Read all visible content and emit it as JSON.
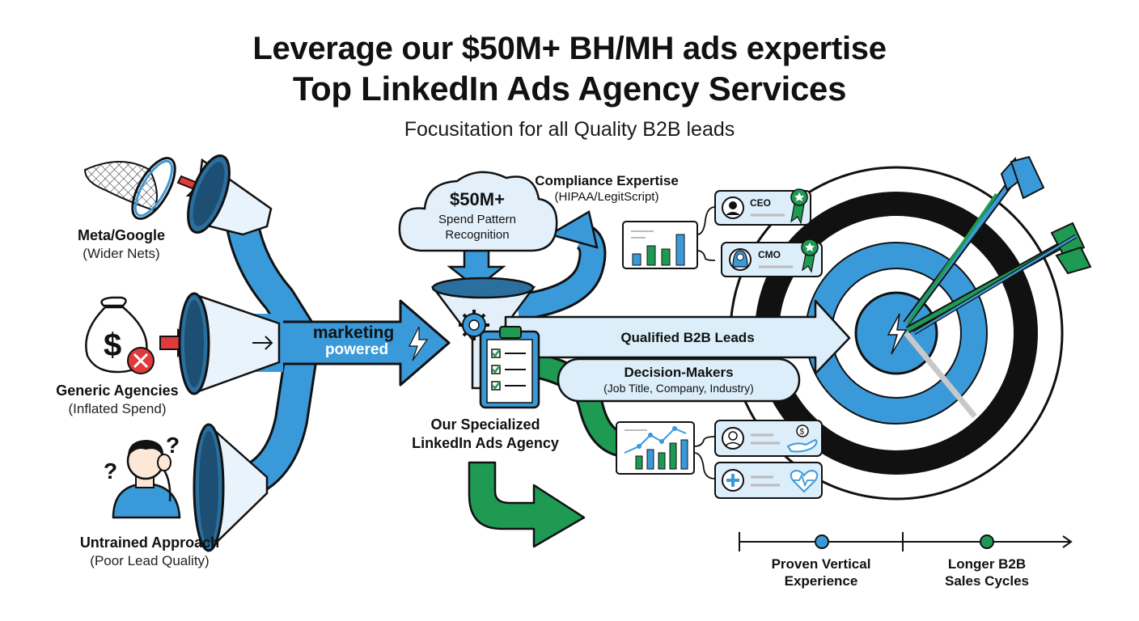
{
  "header": {
    "title_line1": "Leverage our $50M+ BH/MH ads expertise",
    "title_line2": "Top LinkedIn Ads Agency Services",
    "subtitle": "Focusitation for all Quality B2B leads"
  },
  "inputs": [
    {
      "title": "Meta/Google",
      "subtitle": "(Wider Nets)",
      "icon": "net-icon"
    },
    {
      "title": "Generic Agencies",
      "subtitle": "(Inflated Spend)",
      "icon": "money-bag-icon"
    },
    {
      "title": "Untrained Approach",
      "subtitle": "(Poor Lead Quality)",
      "icon": "confused-person-icon"
    }
  ],
  "merge_arrow": {
    "line1": "marketing",
    "line2": "powered",
    "icon": "lightning-icon"
  },
  "cloud": {
    "amount": "$50M+",
    "line1": "Spend Pattern",
    "line2": "Recognition"
  },
  "compliance": {
    "title": "Compliance Expertise",
    "subtitle": "(HIPAA/LegitScript)"
  },
  "agency": {
    "line1": "Our Specialized",
    "line2": "LinkedIn Ads Agency"
  },
  "qualified_arrow": {
    "label": "Qualified B2B Leads"
  },
  "decision_makers": {
    "title": "Decision-Makers",
    "subtitle": "(Job Title, Company, Industry)"
  },
  "profile_cards": [
    {
      "role": "CEO",
      "icon": "award-ribbon-icon"
    },
    {
      "role": "CMO",
      "icon": "award-ribbon-icon"
    }
  ],
  "bottom_cards": [
    {
      "icon": "dollar-hand-icon"
    },
    {
      "icon": "heart-pulse-icon"
    }
  ],
  "timeline": {
    "points": [
      {
        "label_line1": "Proven Vertical",
        "label_line2": "Experience",
        "color": "#3a9ad9"
      },
      {
        "label_line1": "Longer B2B",
        "label_line2": "Sales Cycles",
        "color": "#1f9a52"
      }
    ]
  },
  "colors": {
    "blue": "#3a9ad9",
    "light_blue": "#dceefa",
    "green": "#1f9a52",
    "dark": "#111111",
    "red": "#e03a3a"
  }
}
